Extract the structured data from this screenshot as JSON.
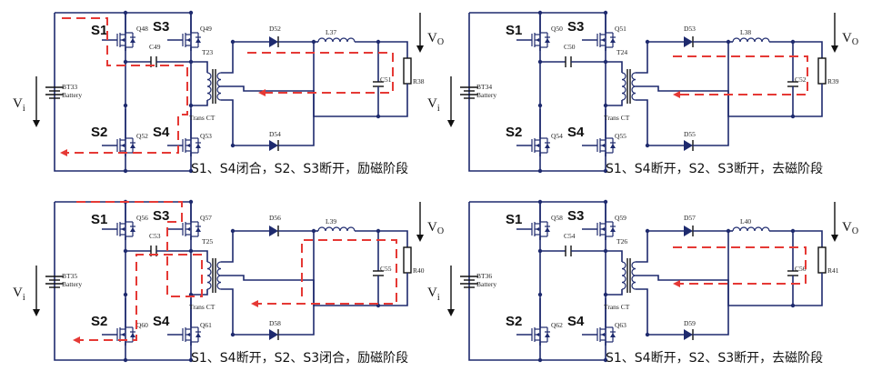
{
  "panels": [
    {
      "battery": "BT33",
      "battery_sub": "Battery",
      "vi": "Vi",
      "vo": "VO",
      "q": [
        "Q48",
        "Q49",
        "Q52",
        "Q53"
      ],
      "cap": "C49",
      "xfmr": "T23",
      "xfmr_sub": "Trans CT",
      "d_top": "D52",
      "d_bot": "D54",
      "ind": "L37",
      "cout": "C51",
      "res": "R38",
      "caption": "S1、S4闭合，S2、S3断开，励磁阶段"
    },
    {
      "battery": "BT34",
      "battery_sub": "Battery",
      "vi": "Vi",
      "vo": "VO",
      "q": [
        "Q50",
        "Q51",
        "Q54",
        "Q55"
      ],
      "cap": "C50",
      "xfmr": "T24",
      "xfmr_sub": "Trans CT",
      "d_top": "D53",
      "d_bot": "D55",
      "ind": "L38",
      "cout": "C52",
      "res": "R39",
      "caption": "S1、S4断开，S2、S3断开，去磁阶段"
    },
    {
      "battery": "BT35",
      "battery_sub": "Battery",
      "vi": "Vi",
      "vo": "VO",
      "q": [
        "Q56",
        "Q57",
        "Q60",
        "Q61"
      ],
      "cap": "C53",
      "xfmr": "T25",
      "xfmr_sub": "Trans CT",
      "d_top": "D56",
      "d_bot": "D58",
      "ind": "L39",
      "cout": "C55",
      "res": "R40",
      "caption": "S1、S4断开，S2、S3闭合，励磁阶段"
    },
    {
      "battery": "BT36",
      "battery_sub": "Battery",
      "vi": "Vi",
      "vo": "VO",
      "q": [
        "Q58",
        "Q59",
        "Q62",
        "Q63"
      ],
      "cap": "C54",
      "xfmr": "T26",
      "xfmr_sub": "Trans CT",
      "d_top": "D57",
      "d_bot": "D59",
      "ind": "L40",
      "cout": "C56",
      "res": "R41",
      "caption": "S1、S4断开，S2、S3断开，去磁阶段"
    }
  ],
  "switch_labels": [
    "S1",
    "S3",
    "S2",
    "S4"
  ],
  "colors": {
    "wire": "#1e2a6e",
    "current": "#e53935"
  }
}
